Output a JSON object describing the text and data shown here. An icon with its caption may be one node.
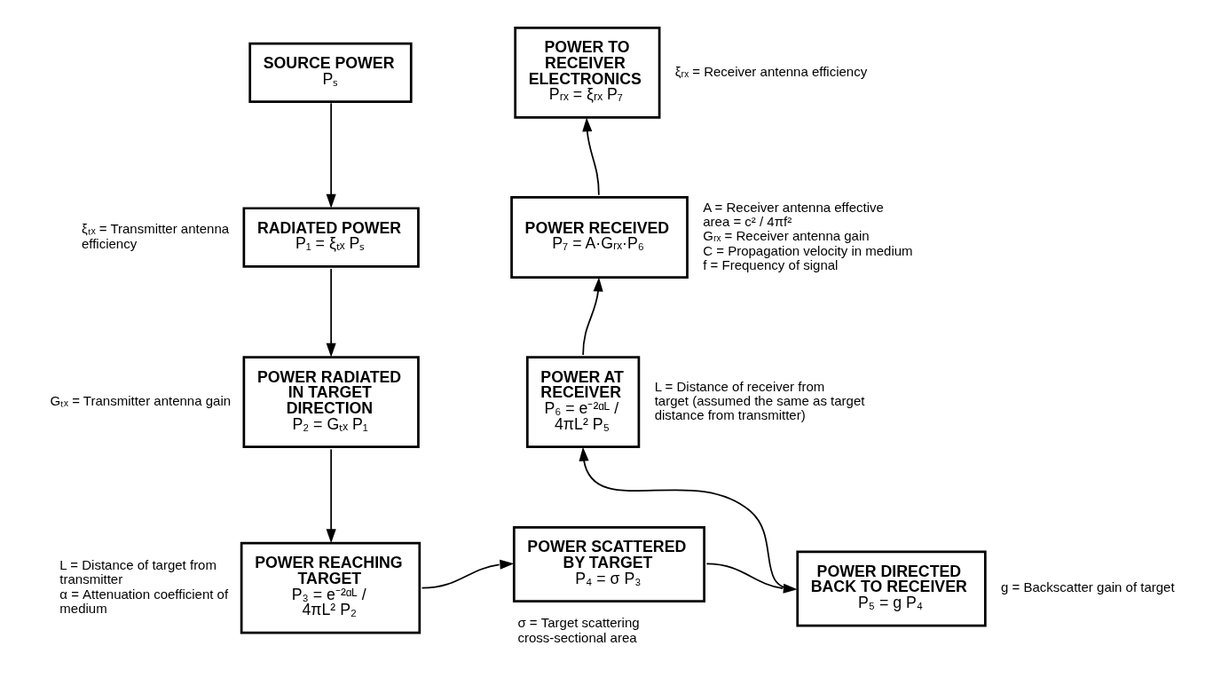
{
  "diagram": {
    "nodes": [
      {
        "text": [
          "SOURCE POWER",
          "Pₛ"
        ]
      },
      {
        "text": [
          "RADIATED POWER",
          "P₁ = ξₜₓ Pₛ"
        ],
        "beside": [
          "ξₜₓ = Transmitter antenna efficiency"
        ]
      },
      {
        "text": [
          "POWER RADIATED IN TARGET DIRECTION",
          "P₂ = Gₜₓ P₁"
        ],
        "beside": [
          "Gₜₓ = Transmitter antenna gain"
        ]
      },
      {
        "text": [
          "POWER REACHING TARGET",
          "P₃ = e⁻²ᵅᴸ / 4πL² P₂"
        ],
        "beside": [
          "L = Distance of target from transmitter",
          "α = Attenuation coefficient of medium"
        ]
      },
      {
        "text": [
          "POWER SCATTERED BY TARGET",
          "P₄ = σ P₃"
        ],
        "beside": [
          "σ = Target scattering cross-sectional area"
        ]
      },
      {
        "text": [
          "POWER DIRECTED BACK TO RECEIVER",
          "P₅ = g P₄"
        ],
        "beside": [
          "g = Backscatter gain of target"
        ]
      },
      {
        "text": [
          "POWER AT RECEIVER",
          "P₆ = e⁻²ᵅᴸ / 4πL² P₅"
        ],
        "beside": [
          "L = Distance of receiver from target (assumed the same as target distance from transmitter)"
        ]
      },
      {
        "text": [
          "POWER RECEIVED",
          "P₇ = A·Gᵣₓ·P₆"
        ],
        "beside": [
          "A = Receiver antenna effective area = c² / 4πf²",
          "Gᵣₓ = Receiver antenna gain",
          "C = Propagation velocity in medium",
          "f = Frequency of signal"
        ]
      },
      {
        "text": [
          "POWER TO RECEIVER ELECTRONICS",
          "Pᵣₓ = ξᵣₓ P₇"
        ],
        "beside": [
          "ξᵣₓ = Receiver antenna efficiency"
        ]
      }
    ],
    "edges": [
      {
        "from": 0,
        "to": 1,
        "arrow": "to"
      },
      {
        "from": 1,
        "to": 2,
        "arrow": "to"
      },
      {
        "from": 2,
        "to": 3,
        "arrow": "to"
      },
      {
        "from": 3,
        "to": 4,
        "arrow": "to"
      },
      {
        "from": 4,
        "to": 5,
        "arrow": "to"
      },
      {
        "from": 5,
        "to": 6,
        "arrow": "to"
      },
      {
        "from": 6,
        "to": 7,
        "arrow": "to"
      },
      {
        "from": 7,
        "to": 8,
        "arrow": "to"
      }
    ]
  }
}
